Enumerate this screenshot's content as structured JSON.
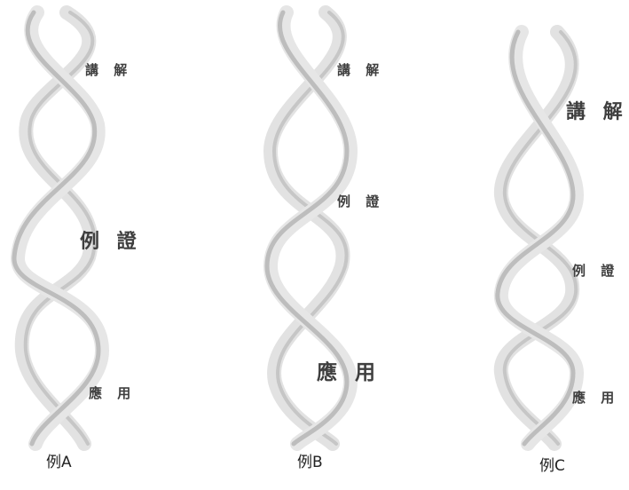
{
  "examples": [
    {
      "caption": "例A",
      "labels": [
        "講 解",
        "例 證",
        "應 用"
      ],
      "label_sizes": [
        "small",
        "large",
        "small"
      ]
    },
    {
      "caption": "例B",
      "labels": [
        "講 解",
        "例 證",
        "應 用"
      ],
      "label_sizes": [
        "small",
        "small",
        "large"
      ]
    },
    {
      "caption": "例C",
      "labels": [
        "講 解",
        "例 證",
        "應 用"
      ],
      "label_sizes": [
        "large",
        "small",
        "small"
      ]
    }
  ],
  "colors": {
    "ribbon_light": "#e2e2e2",
    "ribbon_dark": "#bdbdbd",
    "text": "#3f3f3f"
  }
}
